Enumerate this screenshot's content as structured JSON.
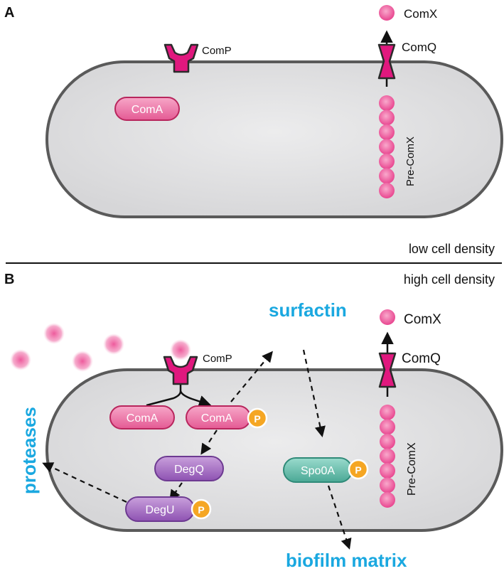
{
  "panel_a": {
    "label": "A",
    "comp": "ComP",
    "comq": "ComQ",
    "comx": "ComX",
    "coma": "ComA",
    "precomx": "Pre-ComX",
    "density": "low cell density"
  },
  "panel_b": {
    "label": "B",
    "density": "high cell density",
    "comp": "ComP",
    "comq": "ComQ",
    "comx": "ComX",
    "coma": "ComA",
    "coma_p": "ComA",
    "degq": "DegQ",
    "degu": "DegU",
    "spo0a": "Spo0A",
    "phospho": "P",
    "precomx": "Pre-ComX",
    "surfactin": "surfactin",
    "proteases": "proteases",
    "biofilm": "biofilm matrix"
  },
  "colors": {
    "membrane_pink": "#e0187e",
    "coma_fill": "#f07aa8",
    "deg_fill": "#a874c4",
    "spo_fill": "#6cc2b2",
    "phospho_fill": "#f5a623",
    "product_text": "#1aa8e0",
    "cell_fill": "#e3e3e4",
    "cell_stroke": "#5a5a5a"
  }
}
